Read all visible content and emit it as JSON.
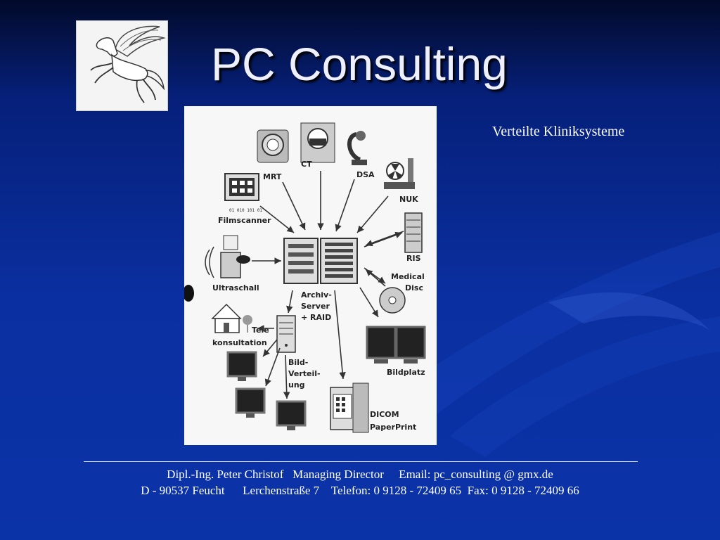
{
  "slide": {
    "title": "PC Consulting",
    "subtitle": "Verteilte Kliniksysteme",
    "logo_icon": "pegasus-logo-icon",
    "colors": {
      "background_top": "#020a2a",
      "background": "#0a2fa0",
      "text": "#ffffff"
    }
  },
  "diagram": {
    "labels": {
      "mrt": "MRT",
      "ct": "CT",
      "dsa": "DSA",
      "nuk": "NUK",
      "filmscanner_code": "01 010 101 01",
      "filmscanner": "Filmscanner",
      "ris": "RIS",
      "medical": "Medical",
      "disc": "Disc",
      "ultraschall": "Ultraschall",
      "archiv1": "Archiv-",
      "archiv2": "Server",
      "archiv3": "+ RAID",
      "tele1": "Tele",
      "tele2": "konsultation",
      "bildplatz": "Bildplatz",
      "bild1": "Bild-",
      "bild2": "Verteil-",
      "bild3": "ung",
      "dicom1": "DICOM",
      "dicom2": "PaperPrint"
    }
  },
  "footer": {
    "line1": "Dipl.-Ing. Peter Christof   Managing Director     Email: pc_consulting @ gmx.de",
    "line2": "D - 90537 Feucht      Lerchenstraße 7    Telefon: 0 9128 - 72409 65  Fax: 0 9128 - 72409 66"
  }
}
